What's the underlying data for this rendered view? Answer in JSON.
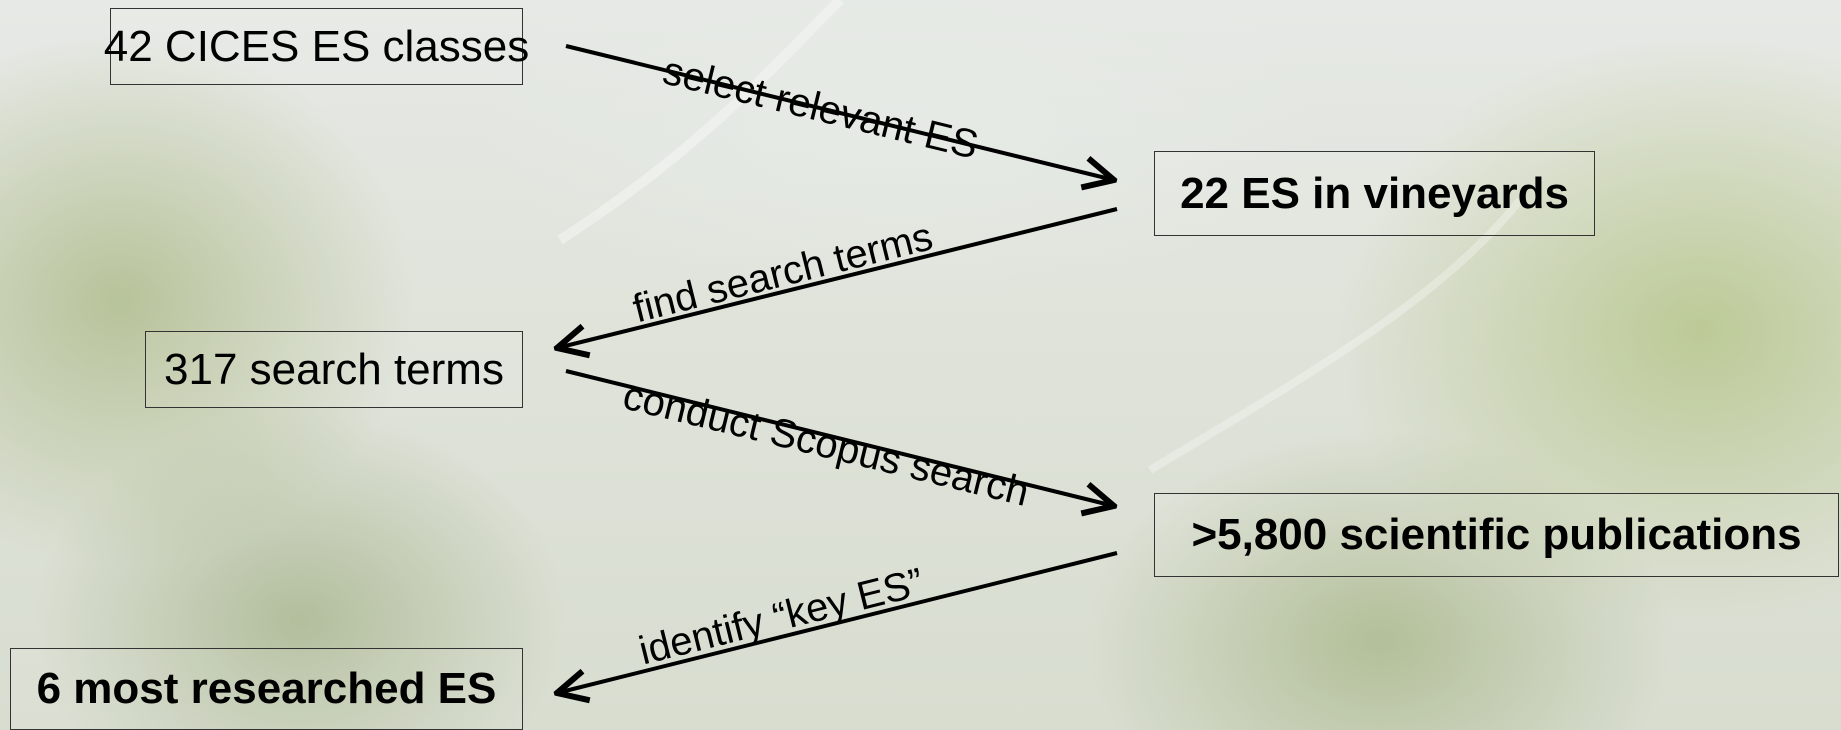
{
  "nodes": {
    "cices": "42 CICES ES classes",
    "vineyards": "22 ES in vineyards",
    "search_terms": "317 search terms",
    "publications": ">5,800 scientific publications",
    "key_es": "6 most researched ES"
  },
  "edges": {
    "select": "select relevant ES",
    "find": "find search terms",
    "conduct": "conduct Scopus search",
    "identify": "identify “key ES”"
  }
}
